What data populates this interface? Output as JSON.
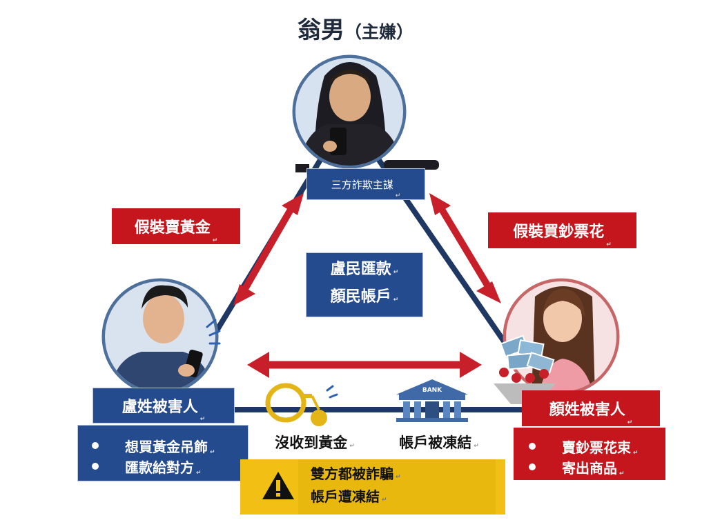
{
  "title": {
    "name": "翁男",
    "role": "（主嫌）"
  },
  "mastermind": {
    "label": "三方詐欺主謀"
  },
  "edge_left": {
    "label": "假裝賣黃金"
  },
  "edge_right": {
    "label": "假裝買鈔票花"
  },
  "center": {
    "line1": "盧民匯款",
    "line2": "顏民帳戶"
  },
  "victim_left": {
    "name": "盧姓被害人",
    "bullets": [
      "想買黃金吊飾",
      "匯款給對方"
    ]
  },
  "victim_right": {
    "name": "顏姓被害人",
    "bullets": [
      "賣鈔票花束",
      "寄出商品"
    ]
  },
  "gold": {
    "label": "沒收到黃金"
  },
  "bank": {
    "label": "帳戶被凍結",
    "sign": "BANK"
  },
  "warning": {
    "line1": "雙方都被詐騙",
    "line2": "帳戶遭凍結"
  },
  "colors": {
    "navy": "#254b8f",
    "red": "#c4161c",
    "yellow": "#f2c014",
    "line": "#1f3763",
    "arrow": "#c8202a"
  }
}
